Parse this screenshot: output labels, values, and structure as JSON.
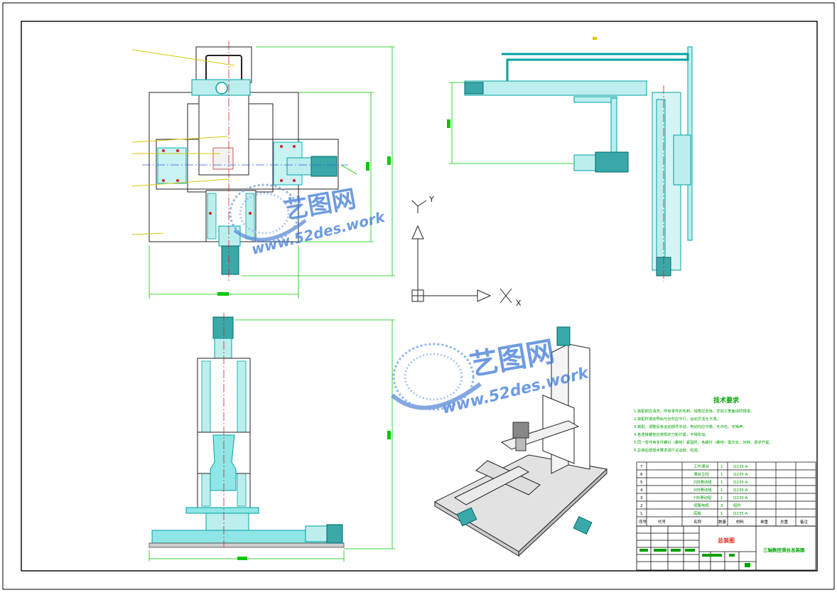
{
  "colors": {
    "border": "#000000",
    "part_cyan": "#00b4b4",
    "part_fill": "#8fe6e6",
    "dimension_green": "#00c800",
    "leader_yellow": "#d8c800",
    "axis_blue": "#2f5fd8",
    "watermark_blue": "#3e7ad6",
    "grey_fill": "#e2e2e2",
    "title_red": "#e03020"
  },
  "icons": {
    "coordinate_system": "ucs-axis-icon",
    "watermark_logo": "globe-logo-icon"
  },
  "ucs": {
    "y_label": "Y",
    "x_label": "X"
  },
  "watermark": {
    "brand": "艺图网",
    "url": "www.52des.work"
  },
  "tech_requirements": {
    "title": "技术要求",
    "lines": [
      "1.装配前应清洗，所有零件的毛刺、锐角应去除，非加工表面涂防锈漆。",
      "2.装配时滚动导轨与丝杠应平行，运动灵活无卡滞。",
      "3.装配、调整后各运动部件手动、电动均应平稳、无冲击、无噪声。",
      "4.各连接螺栓应按规定力矩拧紧，不得松动。",
      "5.同一零件用多件螺钉（螺栓）紧固时，各螺钉（螺栓）需交叉、对称、逐步拧紧。",
      "6.总装后按技术要求进行试运转、检验。"
    ]
  },
  "bom": {
    "rows": [
      {
        "no": "7",
        "name": "工作滑台",
        "qty": "1",
        "material": "Q235-A"
      },
      {
        "no": "6",
        "name": "滑台立柱",
        "qty": "1",
        "material": "Q235-A"
      },
      {
        "no": "5",
        "name": "Z向滑动组",
        "qty": "1",
        "material": "Q235-A"
      },
      {
        "no": "4",
        "name": "X向滑动组",
        "qty": "1",
        "material": "Q235-A"
      },
      {
        "no": "3",
        "name": "Y向滑动组",
        "qty": "1",
        "material": "Q235-A"
      },
      {
        "no": "2",
        "name": "伺服电机",
        "qty": "3",
        "material": "组件"
      },
      {
        "no": "1",
        "name": "底板",
        "qty": "1",
        "material": "Q235-A"
      }
    ],
    "header": [
      "序号",
      "代号",
      "名称",
      "数量",
      "材料",
      "单重",
      "总重",
      "备注"
    ]
  },
  "title_block": {
    "drawing_type": "总装图",
    "title": "三轴数控滑台总装图"
  }
}
